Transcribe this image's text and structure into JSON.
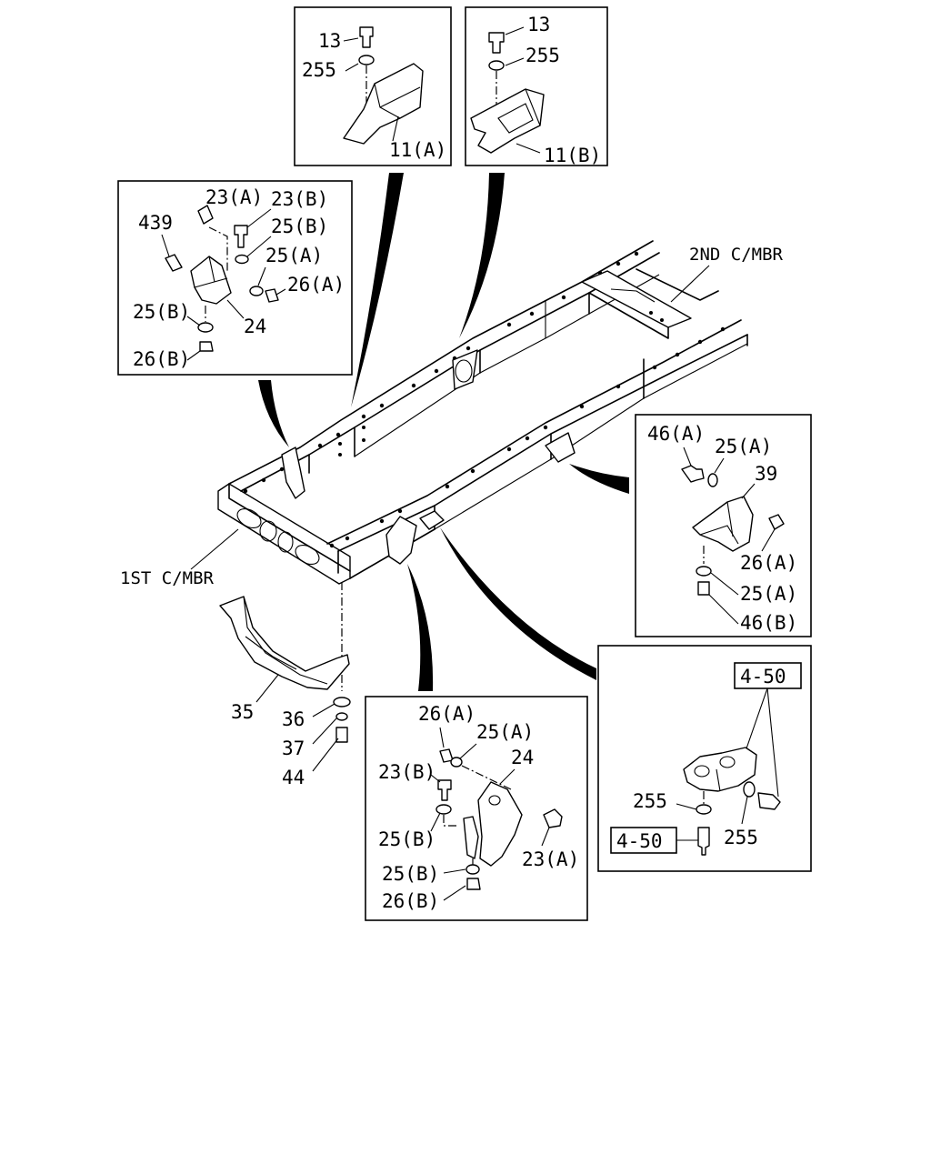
{
  "diagram": {
    "frame_labels": {
      "second_cross_member": "2ND C/MBR",
      "first_cross_member": "1ST C/MBR"
    },
    "panel_11a": {
      "bolt": "13",
      "washer": "255",
      "bracket": "11(A)"
    },
    "panel_11b": {
      "bolt": "13",
      "washer": "255",
      "bracket": "11(B)"
    },
    "panel_24_upper": {
      "bolt_a": "23(A)",
      "bolt_b": "23(B)",
      "bolt_439": "439",
      "washer_b_top": "25(B)",
      "washer_a": "25(A)",
      "nut_a": "26(A)",
      "washer_b_bottom": "25(B)",
      "bracket": "24",
      "nut_b": "26(B)"
    },
    "panel_39": {
      "bolt_a": "46(A)",
      "washer_a_top": "25(A)",
      "bracket": "39",
      "nut_a": "26(A)",
      "washer_a_bottom": "25(A)",
      "bolt_b": "46(B)"
    },
    "panel_450": {
      "ref_top": "4-50",
      "washer_left": "255",
      "ref_bottom": "4-50",
      "washer_right": "255"
    },
    "panel_24_lower": {
      "nut_a": "26(A)",
      "washer_a": "25(A)",
      "bracket": "24",
      "bolt_b": "23(B)",
      "washer_b_top": "25(B)",
      "bolt_a": "23(A)",
      "washer_b_bottom": "25(B)",
      "nut_b": "26(B)"
    },
    "tank_bracket": {
      "bracket": "35",
      "washer": "36",
      "lock_washer": "37",
      "bolt": "44"
    }
  }
}
